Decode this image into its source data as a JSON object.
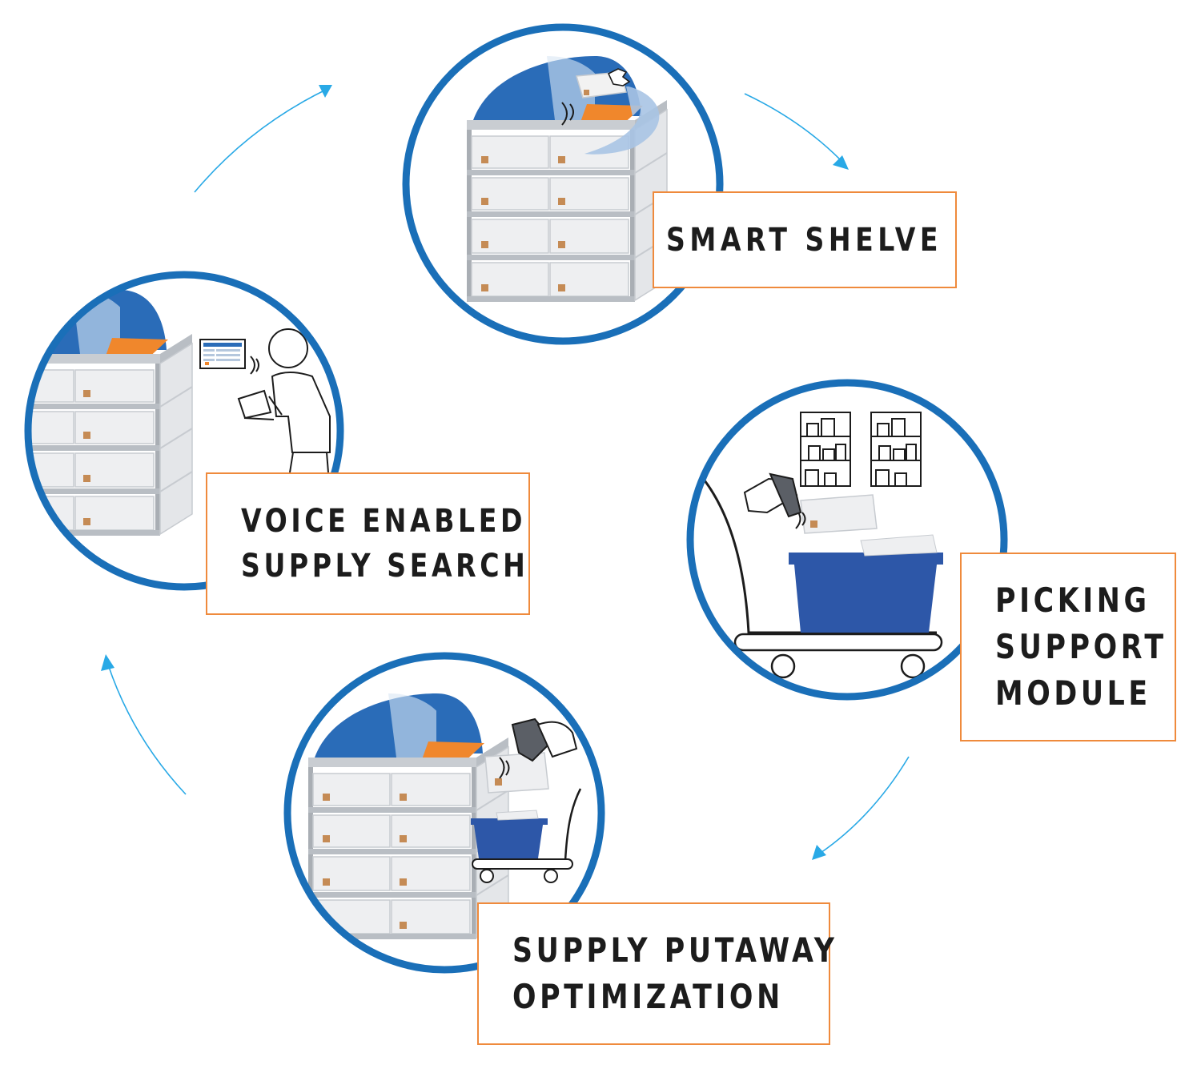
{
  "colors": {
    "ring_blue": "#1a6fb8",
    "dome_blue": "#2a6cb8",
    "bin_blue": "#2d57a8",
    "accent_orange": "#f0872c",
    "label_border": "#ef8a3c",
    "arrow_cyan": "#29a9e6",
    "text_dark": "#1c1c1c"
  },
  "steps": [
    {
      "id": "smart-shelve",
      "lines": [
        "SMART SHELVE"
      ],
      "illustration": "smart-shelf-with-hand-placing-box-icon"
    },
    {
      "id": "picking-support",
      "lines": [
        "PICKING",
        "SUPPORT",
        "MODULE"
      ],
      "illustration": "cart-with-scanner-and-racks-icon"
    },
    {
      "id": "supply-putaway",
      "lines": [
        "SUPPLY PUTAWAY",
        "OPTIMIZATION"
      ],
      "illustration": "shelf-with-scanner-and-cart-icon"
    },
    {
      "id": "voice-search",
      "lines": [
        "VOICE ENABLED",
        "SUPPLY SEARCH"
      ],
      "illustration": "shelf-with-person-and-tablet-icon"
    }
  ],
  "cycle_arrows": [
    "arrow-smart-to-picking",
    "arrow-picking-to-putaway",
    "arrow-putaway-to-voice",
    "arrow-voice-to-smart"
  ]
}
